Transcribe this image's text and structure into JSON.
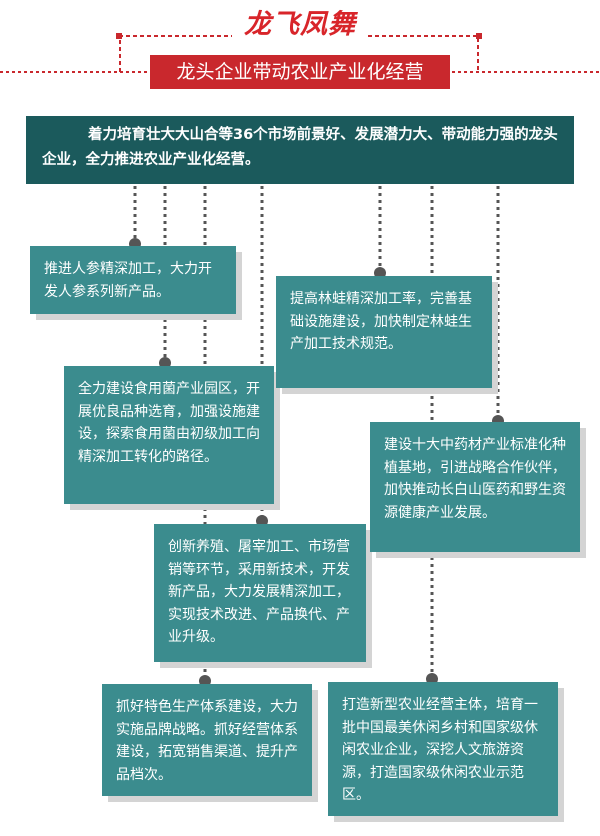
{
  "title": "龙飞凤舞",
  "subtitle": "龙头企业带动农业产业化经营",
  "intro": "着力培育壮大大山合等36个市场前景好、发展潜力大、带动能力强的龙头企业，全力推进农业产业化经营。",
  "boxes": [
    "推进人参精深加工，大力开发人参系列新产品。",
    "提高林蛙精深加工率，完善基础设施建设，加快制定林蛙生产加工技术规范。",
    "全力建设食用菌产业园区，开展优良品种选育，加强设施建设，探索食用菌由初级加工向精深加工转化的路径。",
    "建设十大中药材产业标准化种植基地，引进战略合作伙伴，加快推动长白山医药和野生资源健康产业发展。",
    "创新养殖、屠宰加工、市场营销等环节，采用新技术，开发新产品，大力发展精深加工，实现技术改进、产品换代、产业升级。",
    "抓好特色生产体系建设，大力实施品牌战略。抓好经营体系建设，拓宽销售渠道、提升产品档次。",
    "打造新型农业经营主体，培育一批中国最美休闲乡村和国家级休闲农业企业，深挖人文旅游资源，打造国家级休闲农业示范区。"
  ],
  "colors": {
    "red": "#c9282d",
    "dark_teal": "#1b5a5c",
    "teal": "#3b8c8e",
    "line": "#555555"
  }
}
